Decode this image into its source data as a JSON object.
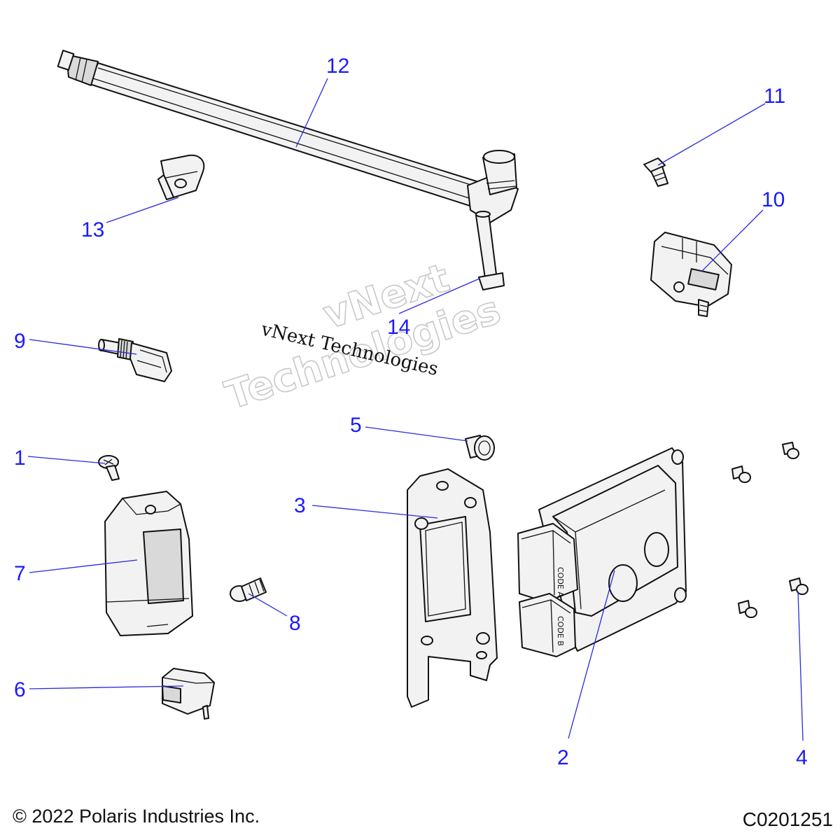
{
  "callouts": {
    "1": "1",
    "2": "2",
    "3": "3",
    "4": "4",
    "5": "5",
    "6": "6",
    "7": "7",
    "8": "8",
    "9": "9",
    "10": "10",
    "11": "11",
    "12": "12",
    "13": "13",
    "14": "14"
  },
  "watermark": {
    "text": "vNext Technologies",
    "outline_line1": "vNext",
    "outline_line2": "Technologies"
  },
  "footer": {
    "copyright": "© 2022 Polaris Industries Inc.",
    "code": "C0201251"
  },
  "ecu_labels": {
    "code_a": "CODE A",
    "code_b": "CODE B"
  },
  "colors": {
    "callout": "#1a1aff",
    "leader": "#2a2ae0",
    "line": "#111111"
  }
}
